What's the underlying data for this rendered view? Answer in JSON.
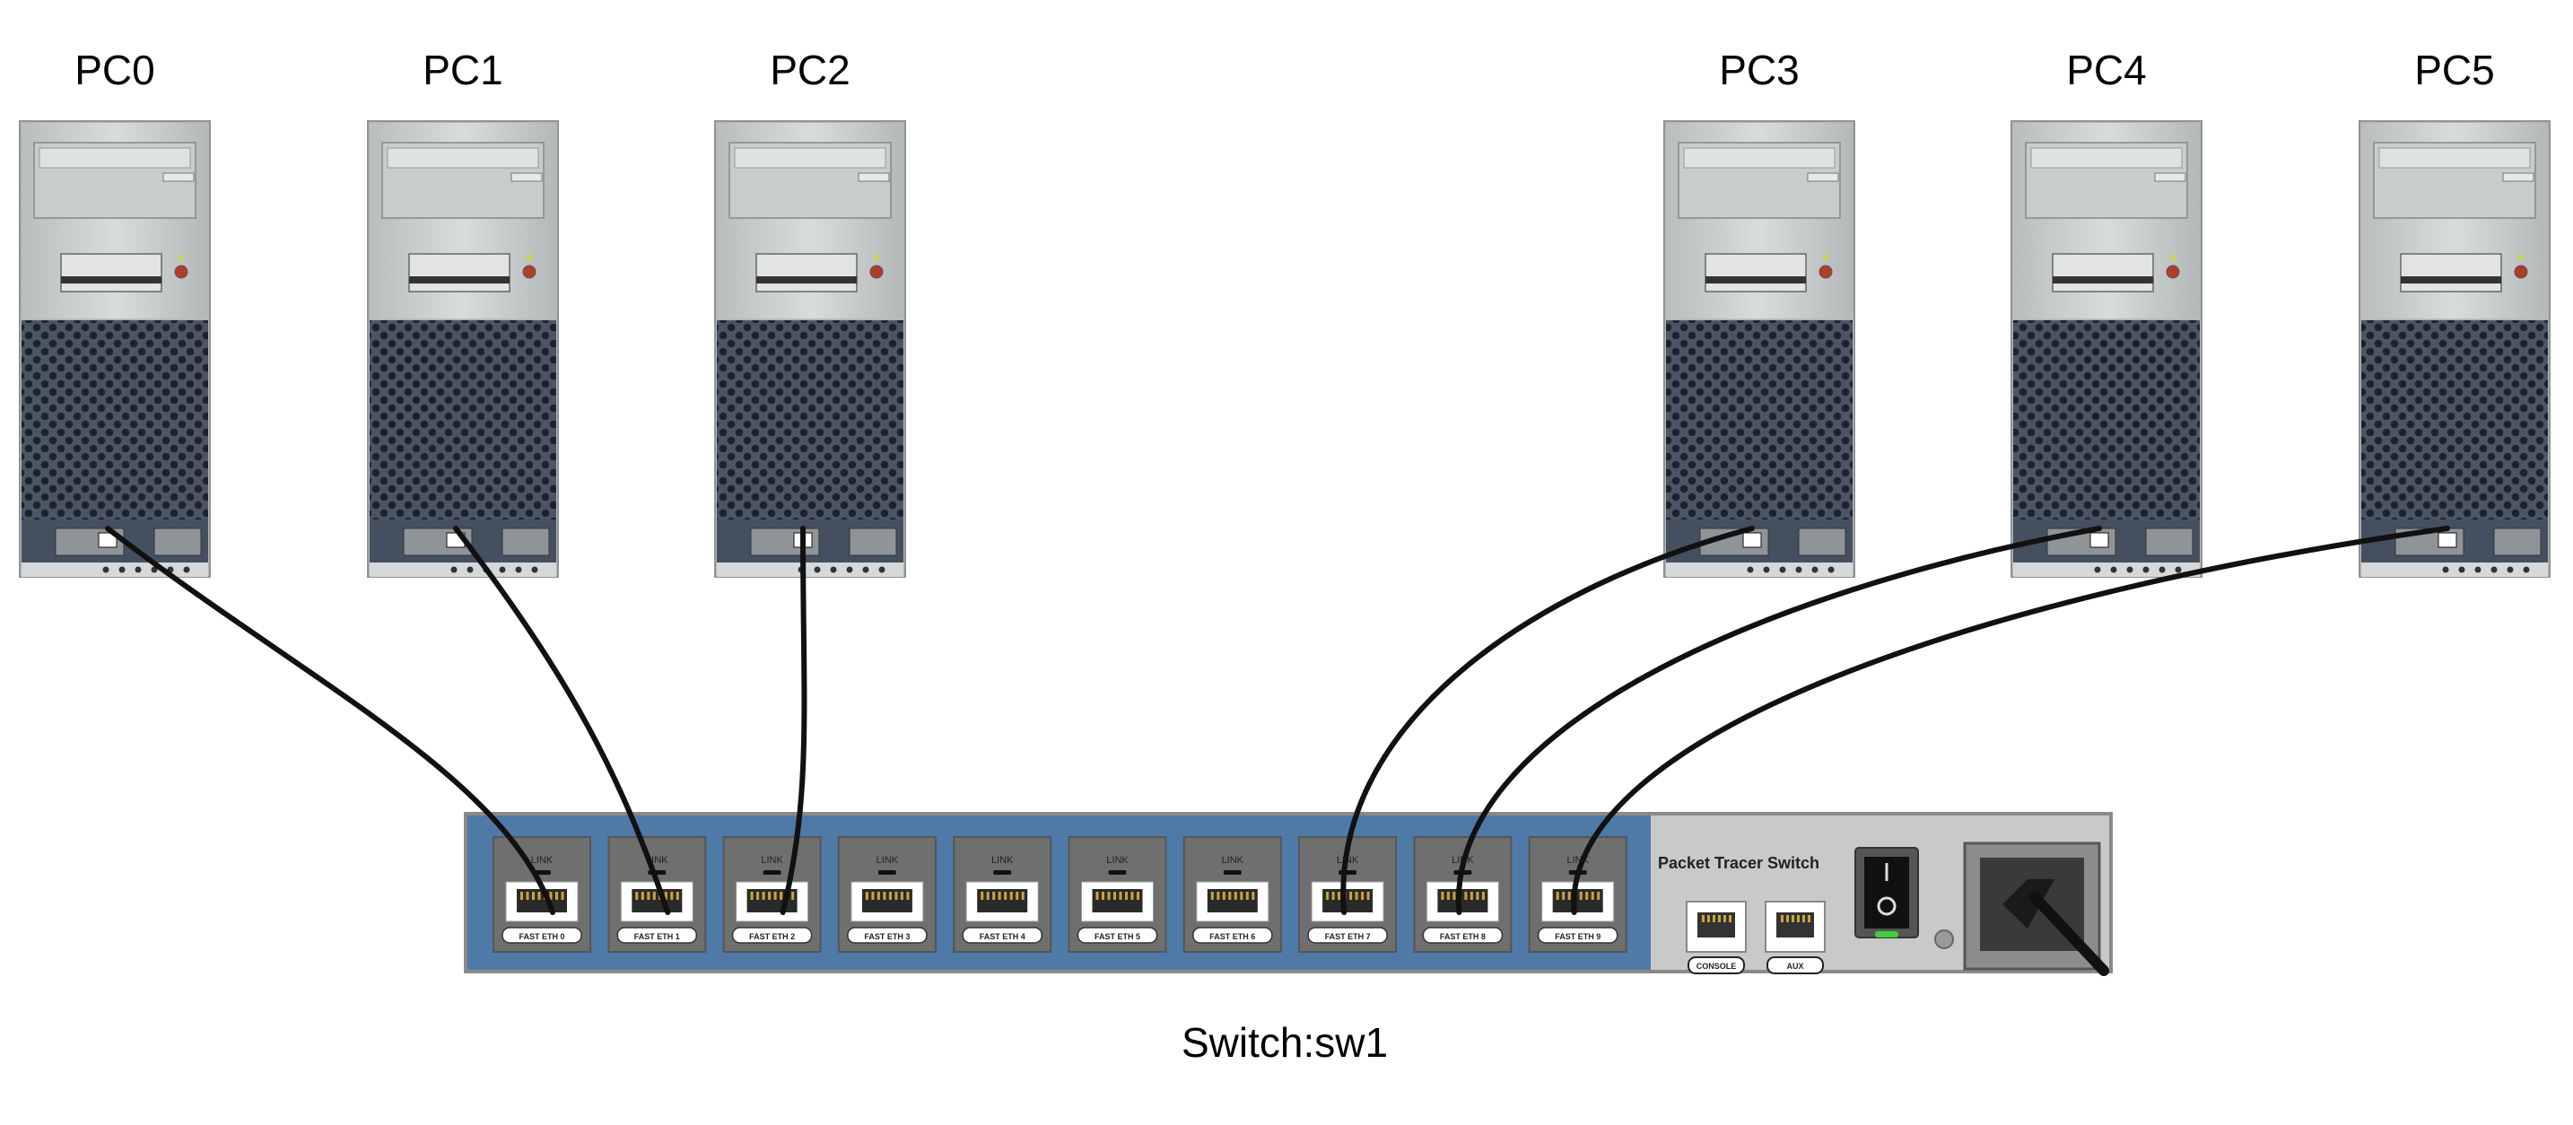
{
  "pcs": [
    {
      "name": "PC0",
      "port_index": 0
    },
    {
      "name": "PC1",
      "port_index": 1
    },
    {
      "name": "PC2",
      "port_index": 2
    },
    {
      "name": "PC3",
      "port_index": 7
    },
    {
      "name": "PC4",
      "port_index": 8
    },
    {
      "name": "PC5",
      "port_index": 9
    }
  ],
  "switch": {
    "label": "Switch:sw1",
    "brand": "Packet Tracer Switch",
    "port_top_label": "LINK",
    "port_bottom_label": "FAST ETH",
    "port_count": 10,
    "console_label": "CONSOLE",
    "aux_label": "AUX"
  },
  "colors": {
    "switch_body": "#4f7aa8",
    "switch_panel": "#c9c9c9",
    "pc_top": "#cfd3d4",
    "pc_grille": "#4a5566",
    "cable": "#111111",
    "power_led": "#3fcf3f"
  }
}
